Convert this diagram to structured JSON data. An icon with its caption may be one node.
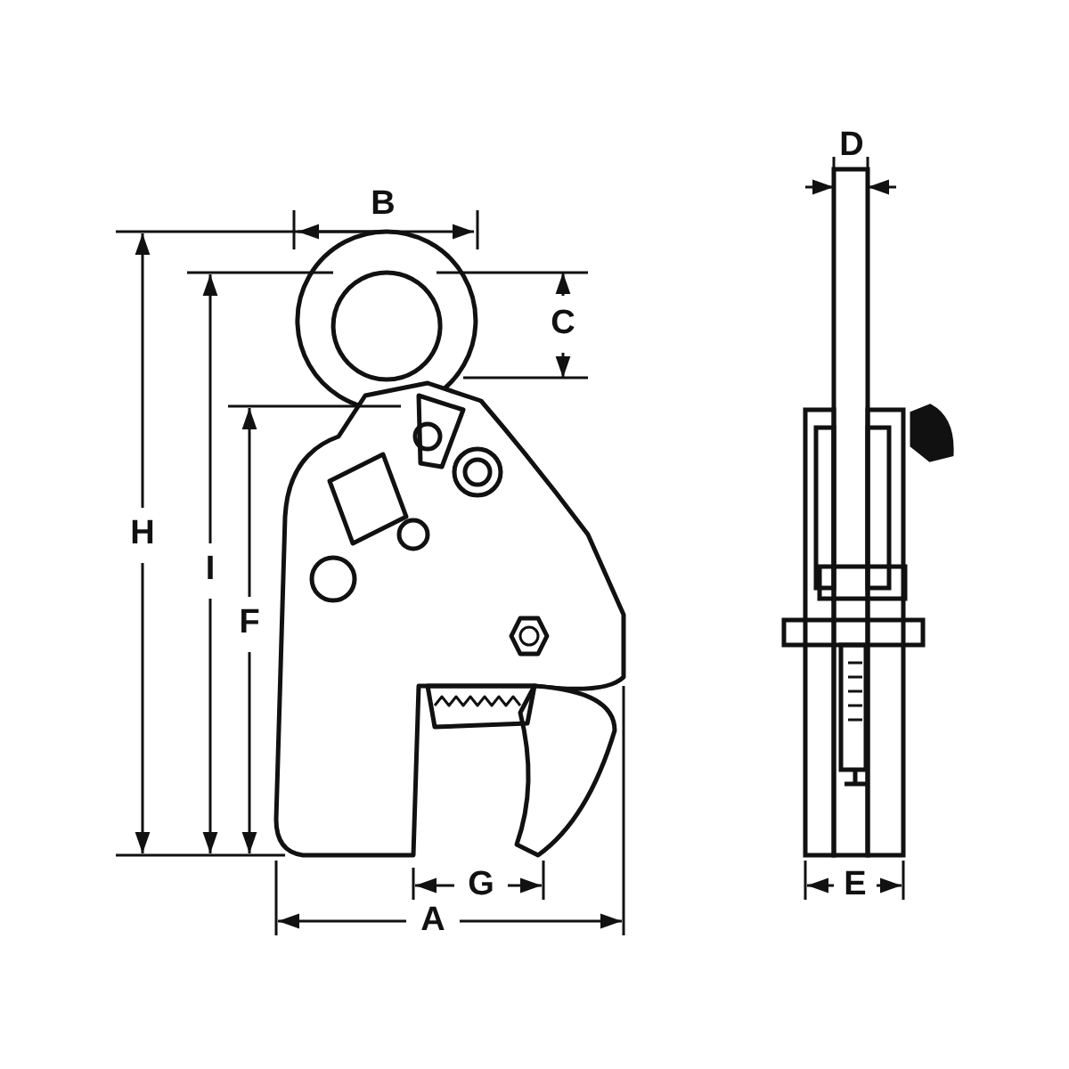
{
  "diagram": {
    "labels": [
      "D",
      "B",
      "C",
      "H",
      "I",
      "F",
      "G",
      "E",
      "A"
    ]
  }
}
